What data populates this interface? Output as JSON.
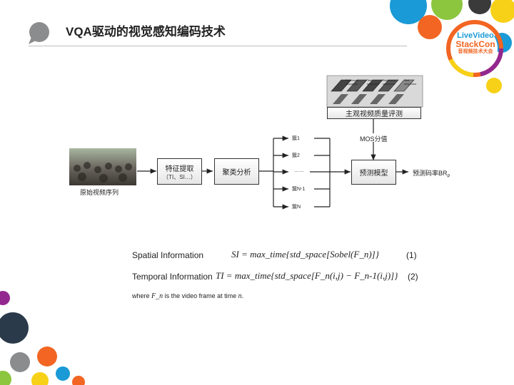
{
  "header": {
    "title": "VQA驱动的视觉感知编码技术"
  },
  "logo": {
    "line1": "LiveVideo",
    "line2": "StackCon",
    "line3": "音视频技术大会"
  },
  "diagram": {
    "input_caption": "原始视频序列",
    "feature_box": {
      "label": "特征提取",
      "sub": "（TI、SI…）"
    },
    "cluster_box": "聚类分析",
    "clusters": [
      "簇1",
      "簇2",
      "……",
      "簇N-1",
      "簇N"
    ],
    "predict_box": "预测模型",
    "output_label": "预测码率BR",
    "output_sub": "P",
    "mos_label": "MOS分值",
    "subjective_box": "主观视频质量评测",
    "sequence_labels": [
      "Reference sequence",
      "Test sequence",
      "Reference sequence",
      "Test sequence"
    ]
  },
  "formulas": [
    {
      "label": "Spatial Information",
      "eq": "SI = max_time{std_space[Sobel(F_n)]}",
      "num": "(1)"
    },
    {
      "label": "Temporal Information",
      "eq": "TI = max_time{std_space[F_n(i,j) − F_n-1(i,j)]}",
      "num": "(2)"
    }
  ],
  "note": {
    "prefix": "where ",
    "var": "F_n",
    "text": " is the video frame at time ",
    "var2": "n",
    "suffix": "."
  },
  "colors": {
    "accent_blue": "#1a9ad6",
    "accent_orange": "#f26522",
    "accent_yellow": "#f7d117",
    "accent_green": "#8cc63f",
    "accent_purple": "#92278f",
    "grey": "#58595b"
  }
}
